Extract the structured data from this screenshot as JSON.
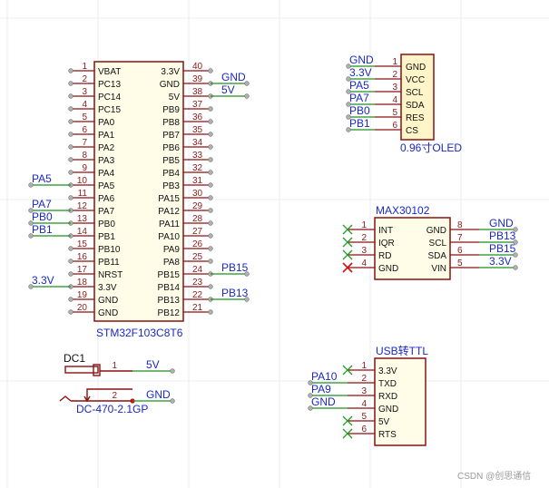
{
  "watermark": "CSDN @创思通信",
  "stm32": {
    "name": "STM32F103C8T6",
    "left_pins": [
      {
        "num": "1",
        "name": "VBAT",
        "net": ""
      },
      {
        "num": "2",
        "name": "PC13",
        "net": ""
      },
      {
        "num": "3",
        "name": "PC14",
        "net": ""
      },
      {
        "num": "4",
        "name": "PC15",
        "net": ""
      },
      {
        "num": "5",
        "name": "PA0",
        "net": ""
      },
      {
        "num": "6",
        "name": "PA1",
        "net": ""
      },
      {
        "num": "7",
        "name": "PA2",
        "net": ""
      },
      {
        "num": "8",
        "name": "PA3",
        "net": ""
      },
      {
        "num": "9",
        "name": "PA4",
        "net": ""
      },
      {
        "num": "10",
        "name": "PA5",
        "net": "PA5"
      },
      {
        "num": "11",
        "name": "PA6",
        "net": ""
      },
      {
        "num": "12",
        "name": "PA7",
        "net": "PA7"
      },
      {
        "num": "13",
        "name": "PB0",
        "net": "PB0"
      },
      {
        "num": "14",
        "name": "PB1",
        "net": "PB1"
      },
      {
        "num": "15",
        "name": "PB10",
        "net": ""
      },
      {
        "num": "16",
        "name": "PB11",
        "net": ""
      },
      {
        "num": "17",
        "name": "NRST",
        "net": ""
      },
      {
        "num": "18",
        "name": "3.3V",
        "net": "3.3V"
      },
      {
        "num": "19",
        "name": "GND",
        "net": ""
      },
      {
        "num": "20",
        "name": "GND",
        "net": ""
      }
    ],
    "right_pins": [
      {
        "num": "40",
        "name": "3.3V",
        "net": ""
      },
      {
        "num": "39",
        "name": "GND",
        "net": "GND"
      },
      {
        "num": "38",
        "name": "5V",
        "net": "5V"
      },
      {
        "num": "37",
        "name": "PB9",
        "net": ""
      },
      {
        "num": "36",
        "name": "PB8",
        "net": ""
      },
      {
        "num": "35",
        "name": "PB7",
        "net": ""
      },
      {
        "num": "34",
        "name": "PB6",
        "net": ""
      },
      {
        "num": "33",
        "name": "PB5",
        "net": ""
      },
      {
        "num": "32",
        "name": "PB4",
        "net": ""
      },
      {
        "num": "31",
        "name": "PB3",
        "net": ""
      },
      {
        "num": "30",
        "name": "PA15",
        "net": ""
      },
      {
        "num": "29",
        "name": "PA12",
        "net": ""
      },
      {
        "num": "28",
        "name": "PA11",
        "net": ""
      },
      {
        "num": "27",
        "name": "PA10",
        "net": ""
      },
      {
        "num": "26",
        "name": "PA9",
        "net": ""
      },
      {
        "num": "25",
        "name": "PA8",
        "net": ""
      },
      {
        "num": "24",
        "name": "PB15",
        "net": "PB15"
      },
      {
        "num": "23",
        "name": "PB14",
        "net": ""
      },
      {
        "num": "22",
        "name": "PB13",
        "net": "PB13"
      },
      {
        "num": "21",
        "name": "PB12",
        "net": ""
      }
    ]
  },
  "oled": {
    "name": "0.96寸OLED",
    "pins": [
      {
        "num": "1",
        "name": "GND",
        "net": "GND"
      },
      {
        "num": "2",
        "name": "VCC",
        "net": "3.3V"
      },
      {
        "num": "3",
        "name": "SCL",
        "net": "PA5"
      },
      {
        "num": "4",
        "name": "SDA",
        "net": "PA7"
      },
      {
        "num": "5",
        "name": "RES",
        "net": "PB0"
      },
      {
        "num": "6",
        "name": "CS",
        "net": "PB1"
      }
    ]
  },
  "max30102": {
    "name": "MAX30102",
    "left_pins": [
      {
        "num": "1",
        "name": "INT",
        "nc": "green"
      },
      {
        "num": "2",
        "name": "IQR",
        "nc": "green"
      },
      {
        "num": "3",
        "name": "RD",
        "nc": "green"
      },
      {
        "num": "4",
        "name": "GND",
        "nc": "red"
      }
    ],
    "right_pins": [
      {
        "num": "8",
        "name": "GND",
        "net": "GND"
      },
      {
        "num": "7",
        "name": "SCL",
        "net": "PB13"
      },
      {
        "num": "6",
        "name": "SDA",
        "net": "PB15"
      },
      {
        "num": "5",
        "name": "VIN",
        "net": "3.3V"
      }
    ]
  },
  "usb_ttl": {
    "name": "USB转TTL",
    "pins": [
      {
        "num": "1",
        "name": "3.3V",
        "net": "",
        "nc": true
      },
      {
        "num": "2",
        "name": "TXD",
        "net": "PA10",
        "nc": false
      },
      {
        "num": "3",
        "name": "RXD",
        "net": "PA9",
        "nc": false
      },
      {
        "num": "4",
        "name": "GND",
        "net": "GND",
        "nc": false
      },
      {
        "num": "5",
        "name": "5V",
        "net": "",
        "nc": true
      },
      {
        "num": "6",
        "name": "RTS",
        "net": "",
        "nc": true
      }
    ]
  },
  "dc1": {
    "ref": "DC1",
    "name": "DC-470-2.1GP",
    "pins": [
      {
        "num": "1",
        "net": "5V"
      },
      {
        "num": "2",
        "net": "GND"
      }
    ]
  }
}
